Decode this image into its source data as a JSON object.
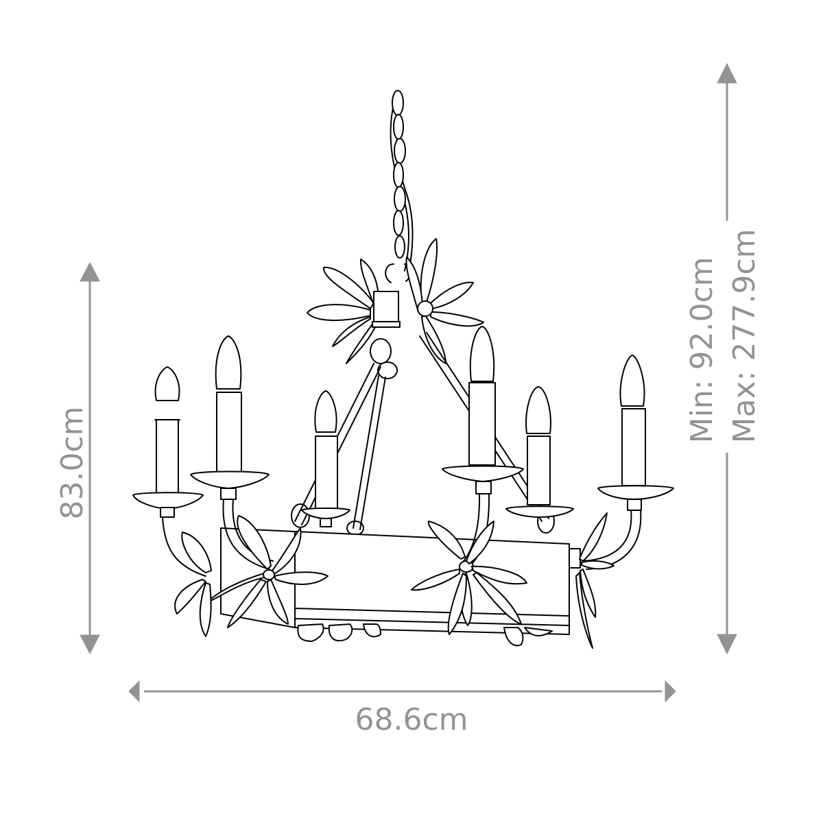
{
  "diagram": {
    "subject": "Six-arm candle chandelier with floral decoration (line drawing)",
    "line_color": "#000000",
    "dimension_color": "#939393",
    "background": "#ffffff"
  },
  "dimensions": {
    "width": {
      "label": "68.6cm",
      "orientation": "horizontal"
    },
    "height": {
      "label": "83.0cm",
      "orientation": "vertical"
    },
    "drop": {
      "min_label": "Min: 92.0cm",
      "max_label": "Max: 277.9cm",
      "orientation": "vertical"
    }
  },
  "components": {
    "candle_count": 6,
    "arrow_icons": [
      "arrow-up-icon",
      "arrow-down-icon",
      "arrow-left-icon",
      "arrow-right-icon"
    ]
  }
}
